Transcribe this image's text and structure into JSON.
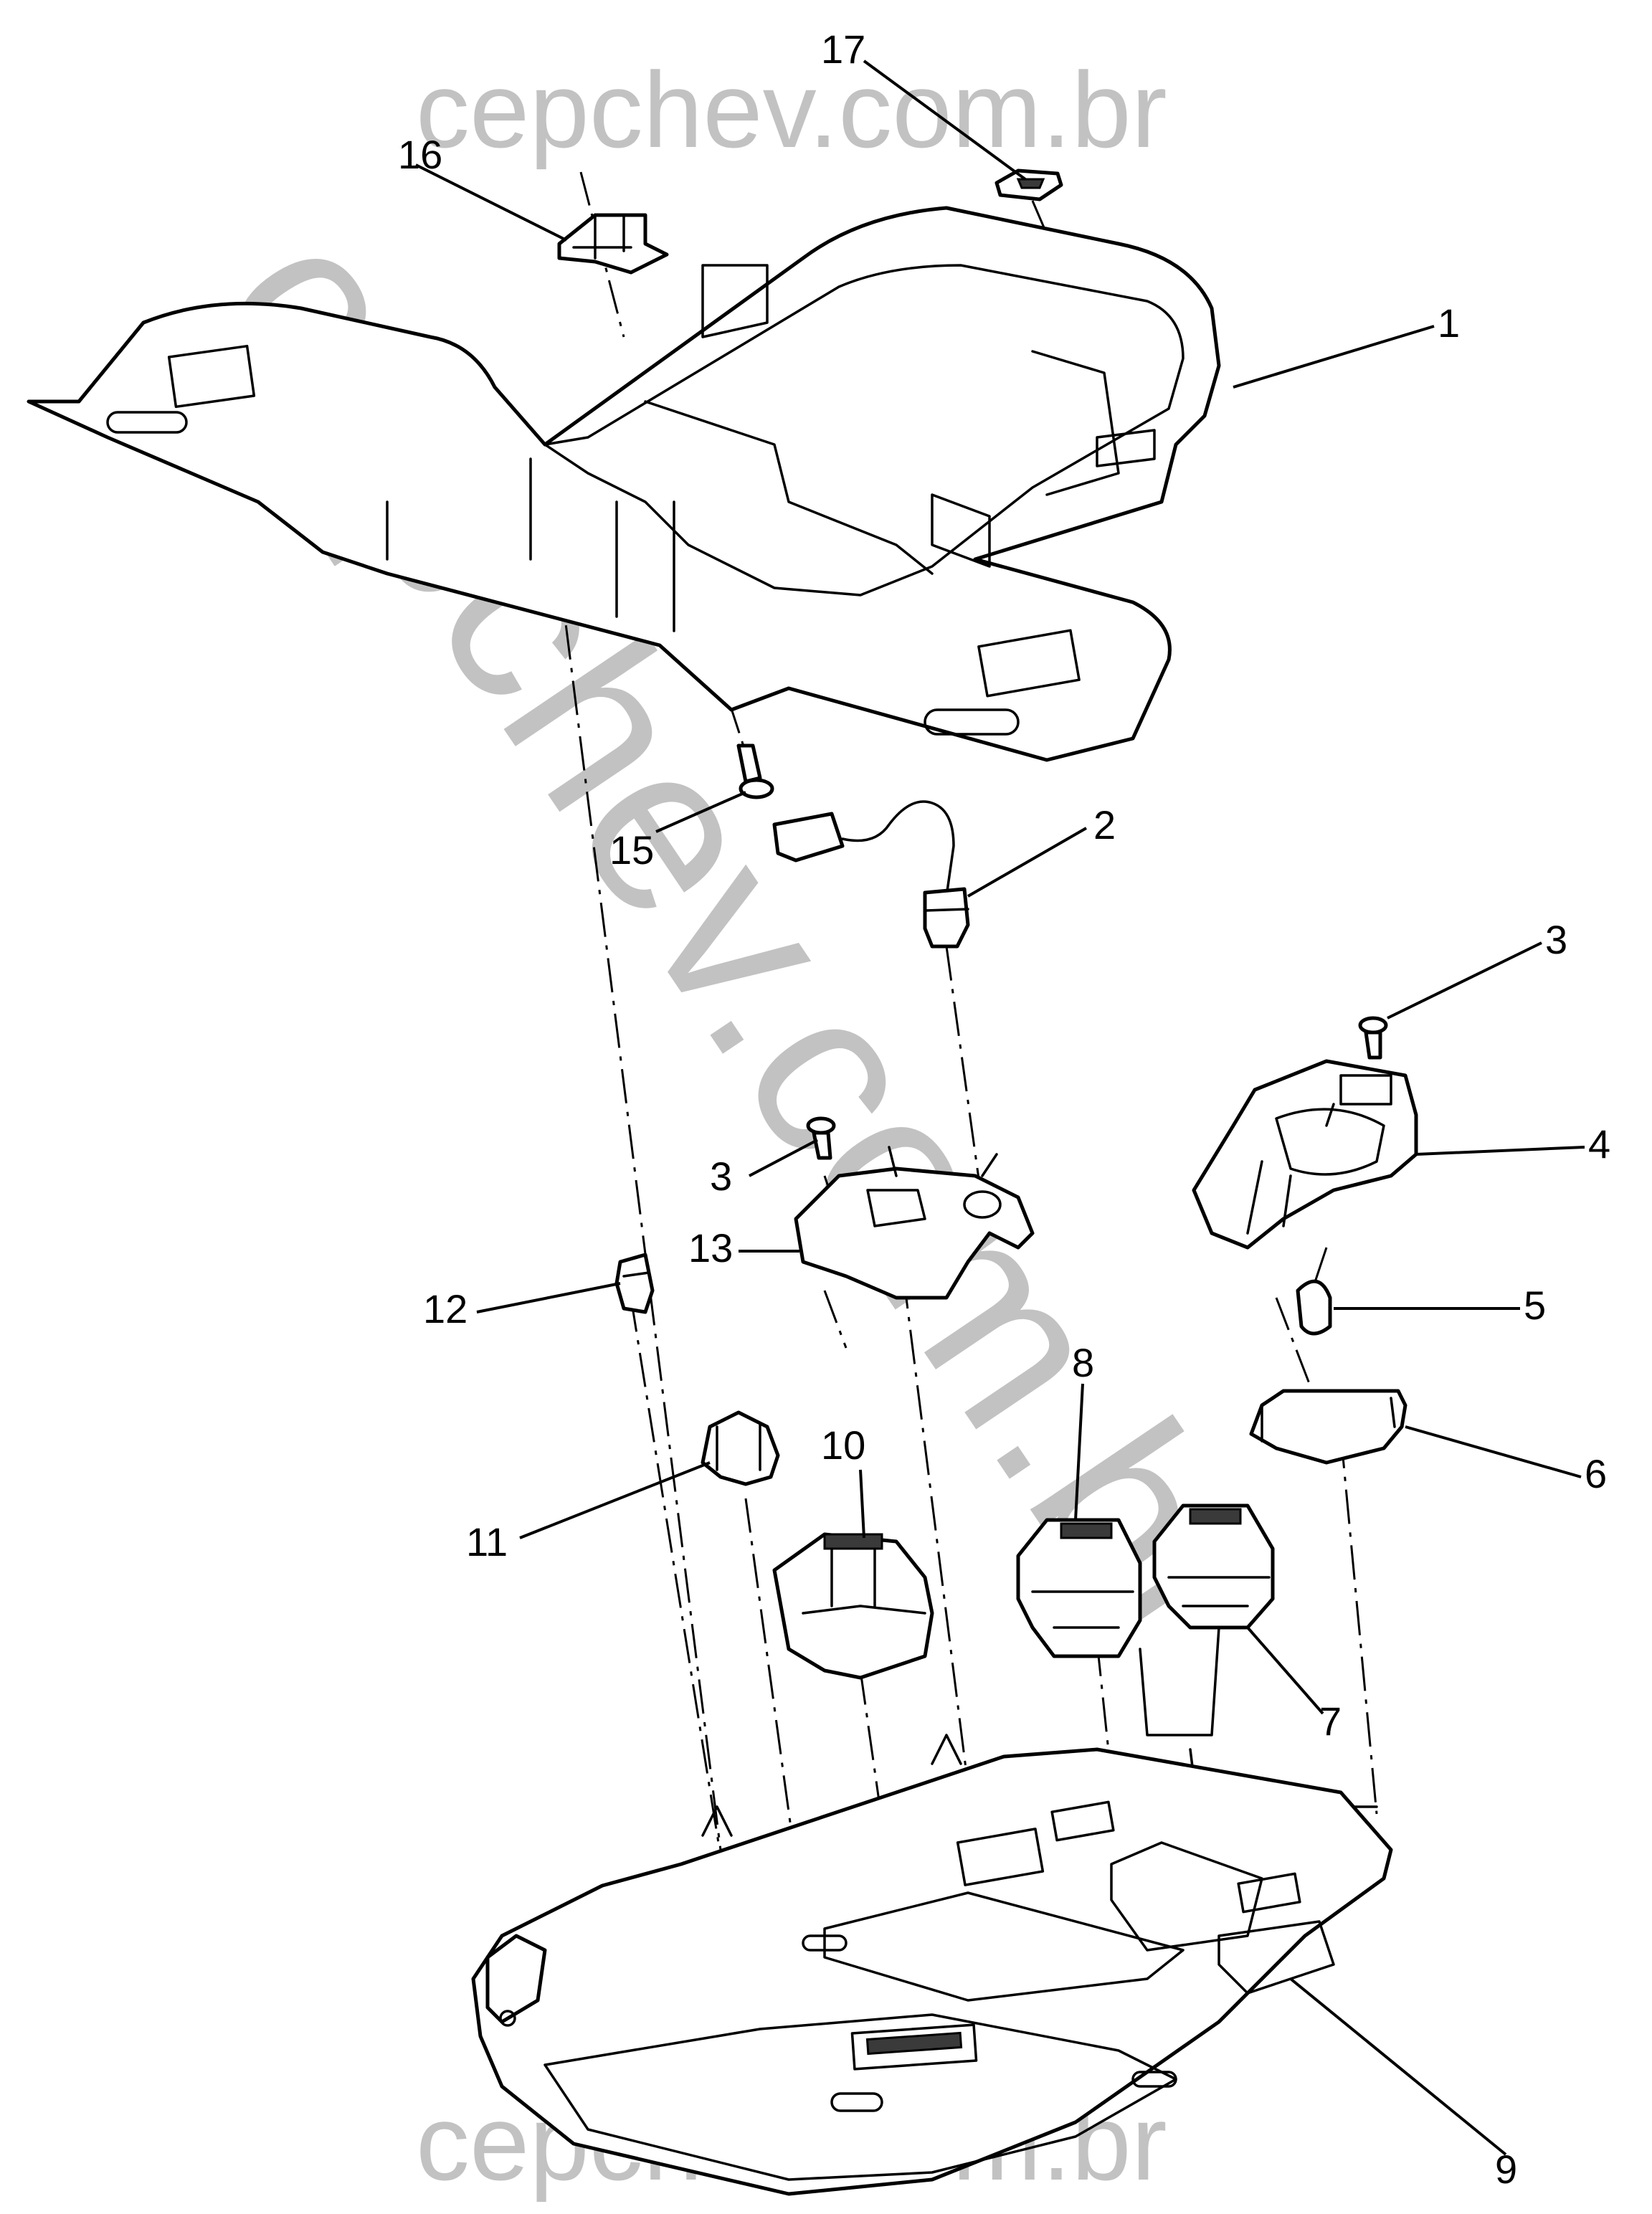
{
  "watermark": {
    "top": "cepchev.com.br",
    "diagonal": "cepchev.com.br",
    "bottom": "cepchev.com.br",
    "color": "#9a9a9a"
  },
  "callouts": {
    "c1": "1",
    "c2": "2",
    "c3a": "3",
    "c3b": "3",
    "c4": "4",
    "c5": "5",
    "c6": "6",
    "c7": "7",
    "c8": "8",
    "c9": "9",
    "c10": "10",
    "c11": "11",
    "c12": "12",
    "c13": "13",
    "c15": "15",
    "c16": "16",
    "c17": "17"
  }
}
